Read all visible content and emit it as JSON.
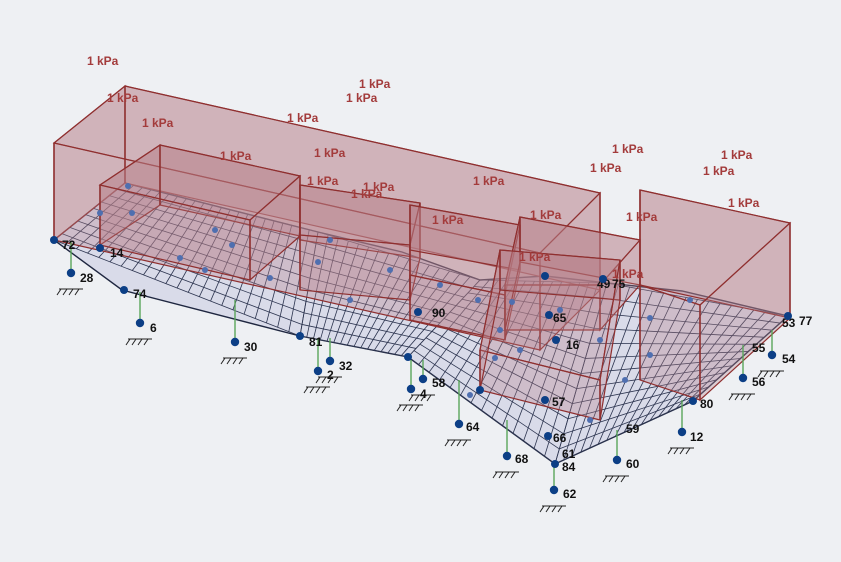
{
  "loads": [
    {
      "text": "1 kPa"
    },
    {
      "text": "1 kPa"
    },
    {
      "text": "1 kPa"
    },
    {
      "text": "1 kPa"
    },
    {
      "text": "1 kPa"
    },
    {
      "text": "1 kPa"
    },
    {
      "text": "1 kPa"
    },
    {
      "text": "1 kPa"
    },
    {
      "text": "1 kPa"
    },
    {
      "text": "1 kPa"
    },
    {
      "text": "1 kPa"
    },
    {
      "text": "1 kPa"
    },
    {
      "text": "1 kPa"
    },
    {
      "text": "1 kPa"
    },
    {
      "text": "1 kPa"
    },
    {
      "text": "1 kPa"
    },
    {
      "text": "1 kPa"
    },
    {
      "text": "1 kPa"
    },
    {
      "text": "1 kPa"
    },
    {
      "text": "1 kPa"
    },
    {
      "text": "1 kPa"
    },
    {
      "text": "1 kPa"
    }
  ],
  "nodes": [
    {
      "label": "72"
    },
    {
      "label": "14"
    },
    {
      "label": "28"
    },
    {
      "label": "74"
    },
    {
      "label": "6"
    },
    {
      "label": "30"
    },
    {
      "label": "81"
    },
    {
      "label": "2"
    },
    {
      "label": "32"
    },
    {
      "label": "90"
    },
    {
      "label": "58"
    },
    {
      "label": "4"
    },
    {
      "label": "64"
    },
    {
      "label": "68"
    },
    {
      "label": "61"
    },
    {
      "label": "84"
    },
    {
      "label": "62"
    },
    {
      "label": "60"
    },
    {
      "label": "59"
    },
    {
      "label": "12"
    },
    {
      "label": "80"
    },
    {
      "label": "56"
    },
    {
      "label": "55"
    },
    {
      "label": "54"
    },
    {
      "label": "53"
    },
    {
      "label": "77"
    },
    {
      "label": "49"
    },
    {
      "label": "75"
    },
    {
      "label": "65"
    },
    {
      "label": "16"
    },
    {
      "label": "66"
    },
    {
      "label": "57"
    }
  ],
  "colors": {
    "background": "#eef0f3",
    "load_text": "#a33b3b",
    "box_edge": "#8f2f2f",
    "box_fill": "#b98088",
    "mesh": "#2d3550",
    "node": "#0c3f86",
    "spring": "#5aa55a"
  }
}
